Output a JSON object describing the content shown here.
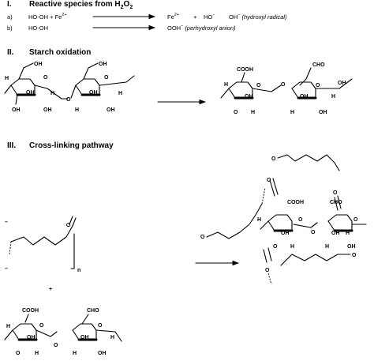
{
  "section1": {
    "num": "I.",
    "title_main": "Reactive species from H",
    "title_sub1": "2",
    "title_o": "O",
    "title_sub2": "2",
    "row_a": {
      "tag": "a)",
      "lhs_a": "HO-OH + Fe",
      "lhs_a_sup": "2+",
      "rhs_1": "Fe",
      "rhs_1_sup": "2+",
      "plus": "+",
      "rhs_2": "HO",
      "rhs_2_sup": "−",
      "rhs_3": "OH",
      "rhs_3_sup": "−",
      "rhs_3_note": "(hydroxyl radical)"
    },
    "row_b": {
      "tag": "b)",
      "lhs": "HO-OH",
      "rhs": "OOH",
      "rhs_sup": "−",
      "rhs_note": "(perhydroxyl anion)"
    }
  },
  "section2": {
    "num": "II.",
    "title": "Starch oxidation",
    "oh": "OH",
    "h": "H",
    "o": "O",
    "cooh": "COOH",
    "cho": "CHO"
  },
  "section3": {
    "num": "III.",
    "title": "Cross-linking pathway",
    "plus": "+",
    "n": "n",
    "o": "O"
  }
}
